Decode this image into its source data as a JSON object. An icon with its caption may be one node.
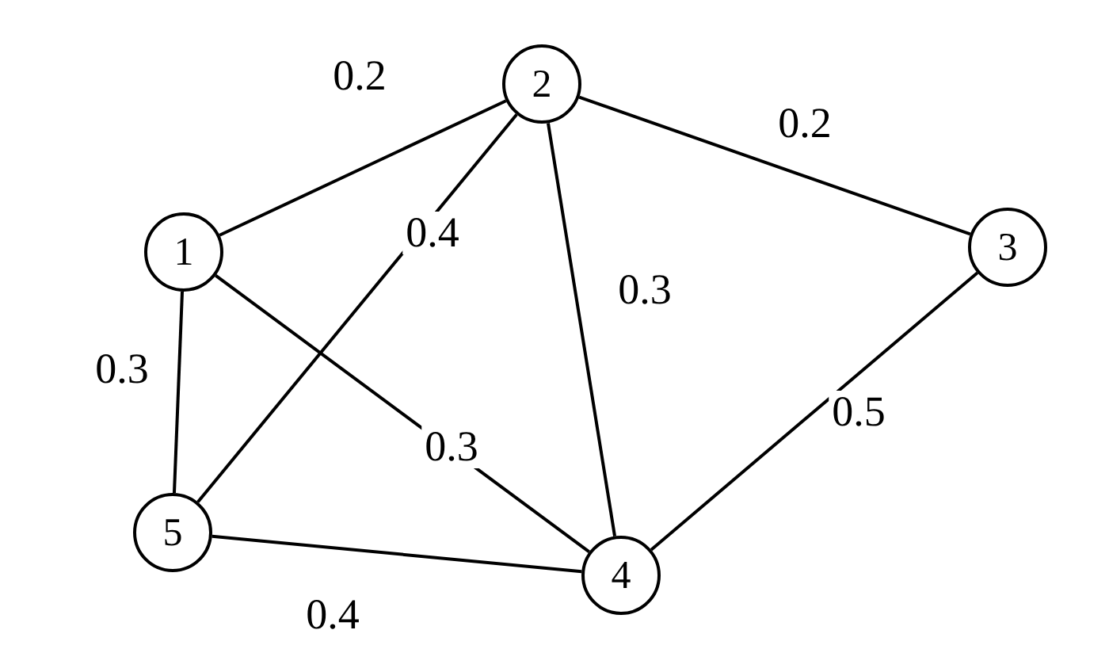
{
  "diagram": {
    "nodes": [
      {
        "text": [
          "1"
        ]
      },
      {
        "text": [
          "2"
        ]
      },
      {
        "text": [
          "3"
        ]
      },
      {
        "text": [
          "4"
        ]
      },
      {
        "text": [
          "5"
        ]
      }
    ],
    "edges": [
      {
        "from": 0,
        "to": 1,
        "arrow": "none",
        "label": "0.2"
      },
      {
        "from": 1,
        "to": 2,
        "arrow": "none",
        "label": "0.2"
      },
      {
        "from": 1,
        "to": 4,
        "arrow": "none",
        "label": "0.4"
      },
      {
        "from": 1,
        "to": 3,
        "arrow": "none",
        "label": "0.3"
      },
      {
        "from": 0,
        "to": 4,
        "arrow": "none",
        "label": "0.3"
      },
      {
        "from": 0,
        "to": 3,
        "arrow": "none",
        "label": "0.3"
      },
      {
        "from": 2,
        "to": 3,
        "arrow": "none",
        "label": "0.5"
      },
      {
        "from": 4,
        "to": 3,
        "arrow": "none",
        "label": "0.4"
      }
    ]
  }
}
